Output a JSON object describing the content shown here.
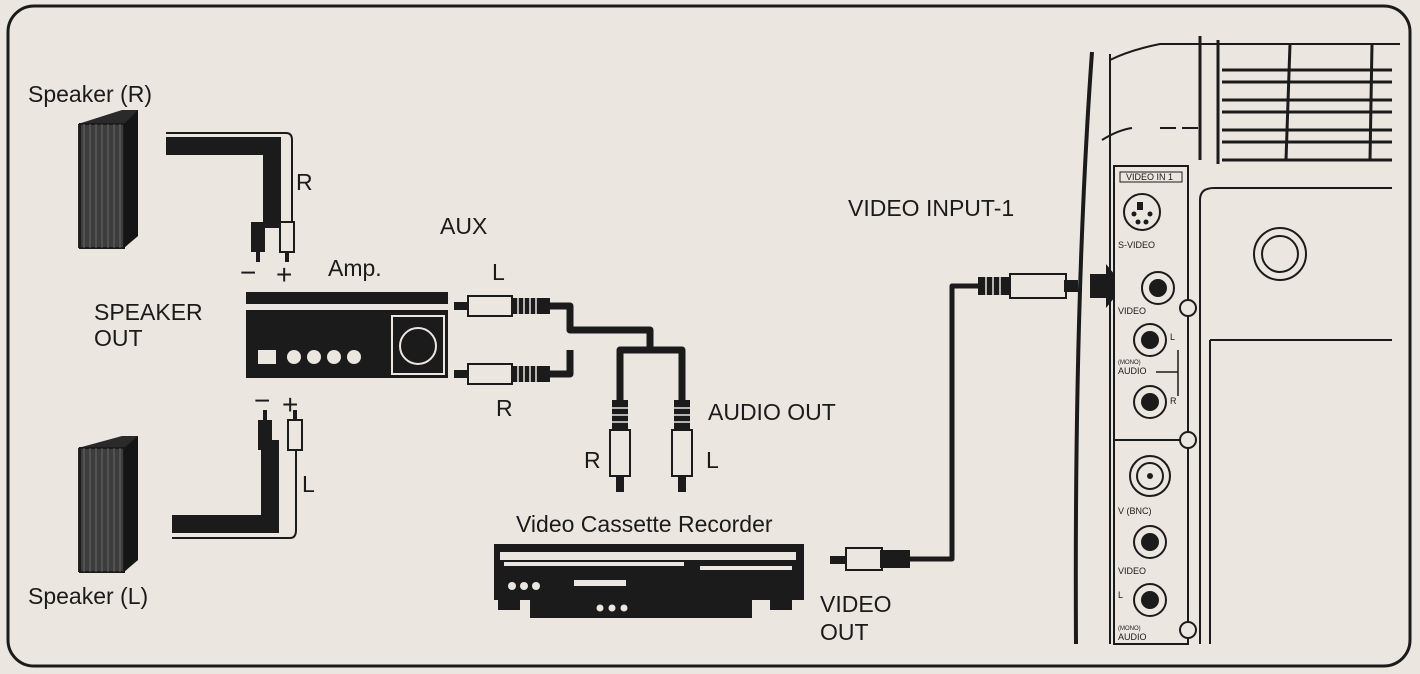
{
  "labels": {
    "speaker_r": "Speaker (R)",
    "speaker_l": "Speaker (L)",
    "r_top": "R",
    "l_bottom": "L",
    "minus_top": "−",
    "plus_top": "+",
    "minus_bottom": "−",
    "plus_bottom": "+",
    "amp": "Amp.",
    "speaker_out_1": "SPEAKER",
    "speaker_out_2": "OUT",
    "aux": "AUX",
    "aux_l": "L",
    "aux_r": "R",
    "audio_out": "AUDIO OUT",
    "vcr_r": "R",
    "vcr_l": "L",
    "vcr": "Video Cassette Recorder",
    "video_out_1": "VIDEO",
    "video_out_2": "OUT",
    "video_input": "VIDEO INPUT-1"
  },
  "panel": {
    "video_in_1": "VIDEO IN 1",
    "s_video": "S-VIDEO",
    "video": "VIDEO",
    "audio_l": "L",
    "audio_mono": "(MONO)",
    "audio": "AUDIO",
    "audio_r": "R",
    "v_bnc": "V (BNC)",
    "video2": "VIDEO",
    "l2": "L",
    "mono2": "(MONO)",
    "audio2": "AUDIO"
  }
}
